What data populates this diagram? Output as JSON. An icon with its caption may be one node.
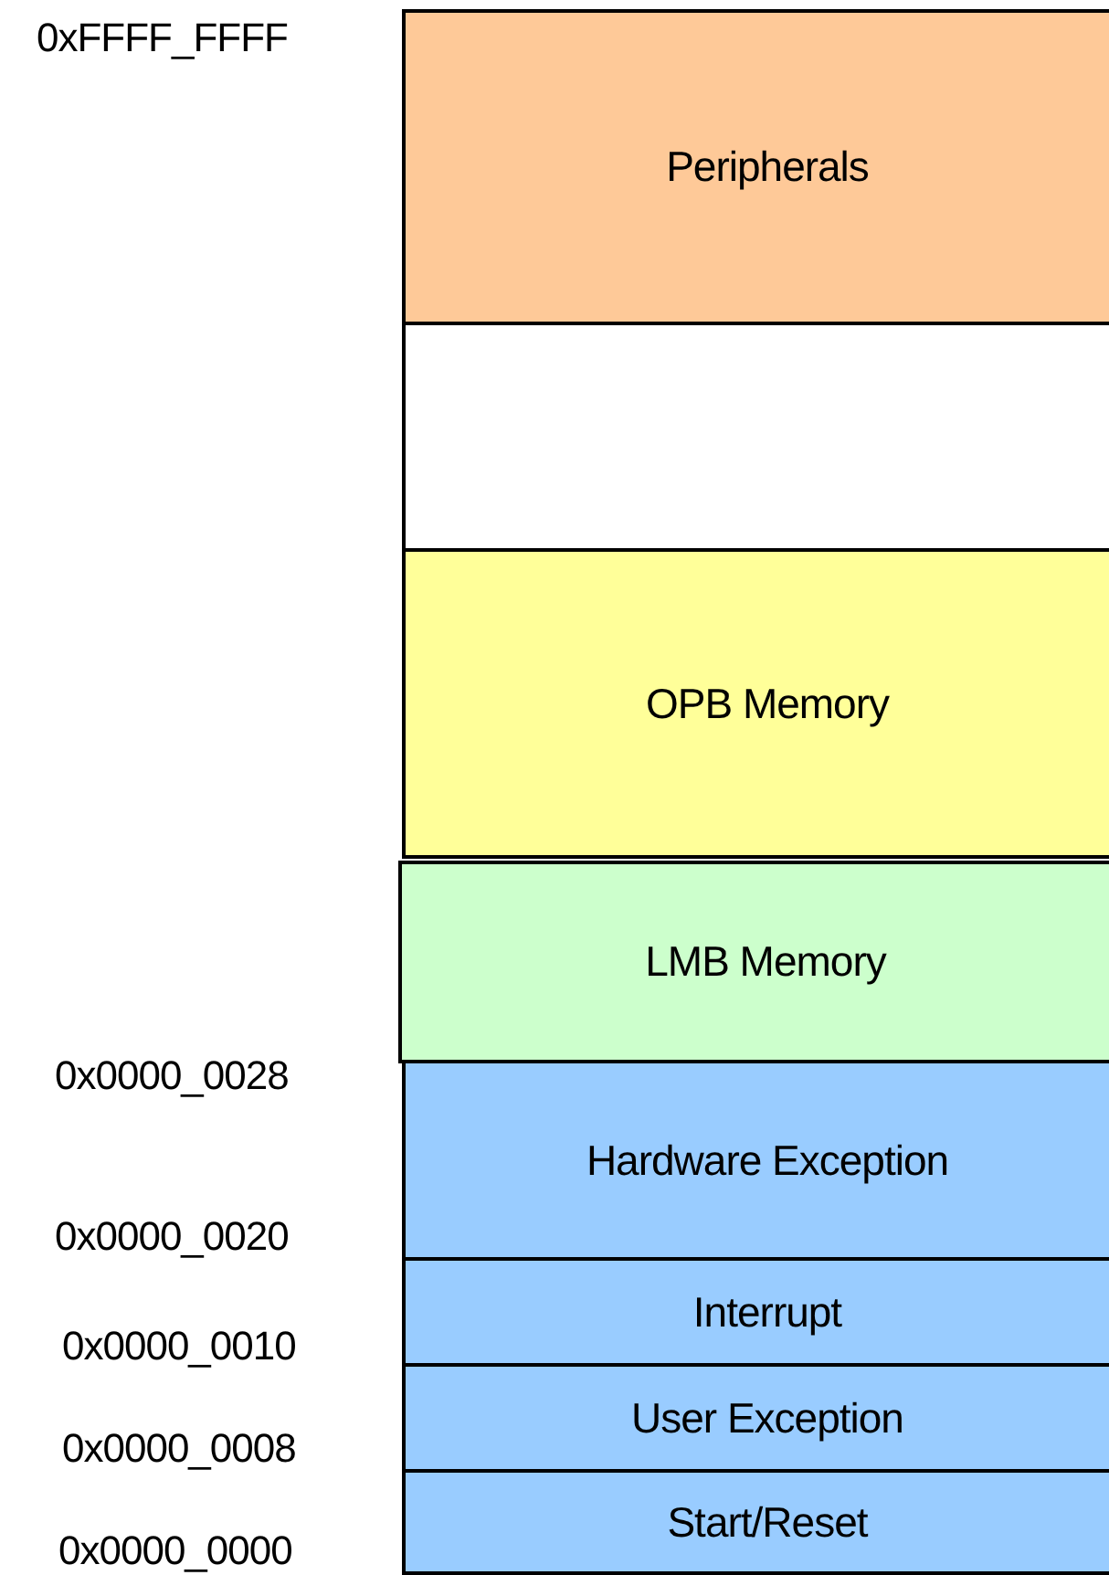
{
  "diagram": {
    "nodes": [
      {
        "text": [
          "Peripherals"
        ]
      },
      {
        "text": [],
        "shape": "box"
      },
      {
        "text": [
          "OPB Memory"
        ]
      },
      {
        "text": [
          "LMB Memory"
        ]
      },
      {
        "text": [
          "Hardware Exception"
        ]
      },
      {
        "text": [
          "Interrupt"
        ]
      },
      {
        "text": [
          "User Exception"
        ]
      },
      {
        "text": [
          "Start/Reset"
        ]
      }
    ],
    "labels": [
      "0xFFFF_FFFF",
      "0x0000_0028",
      "0x0000_0020",
      "0x0000_0010",
      "0x0000_0008",
      "0x0000_0000"
    ]
  }
}
